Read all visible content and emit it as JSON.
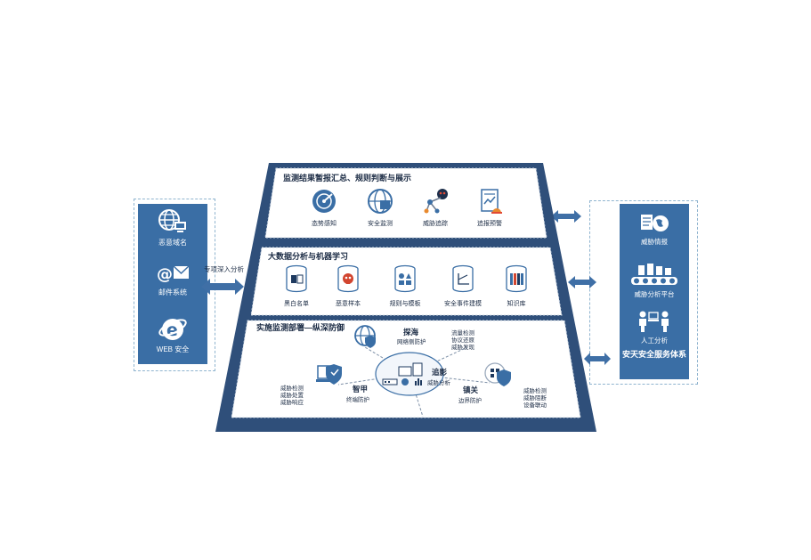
{
  "left_panel": {
    "label": "专项深入分析",
    "items": [
      {
        "label": "恶意域名",
        "icon": "globe-computer-icon"
      },
      {
        "label": "邮件系统",
        "icon": "at-mail-icon"
      },
      {
        "label": "WEB 安全",
        "icon": "ie-browser-icon"
      }
    ]
  },
  "right_panel": {
    "items": [
      {
        "label": "威胁情报",
        "icon": "intel-icon"
      },
      {
        "label": "威胁分析平台",
        "icon": "platform-icon"
      },
      {
        "label": "人工分析",
        "icon": "people-icon"
      }
    ],
    "footer": "安天安全服务体系"
  },
  "top_section": {
    "title": "监测结果暂报汇总、规则判断与展示",
    "items": [
      {
        "label": "态势感知",
        "icon": "radar-icon"
      },
      {
        "label": "安全监测",
        "icon": "monitor-globe-icon"
      },
      {
        "label": "威胁追踪",
        "icon": "tracking-icon"
      },
      {
        "label": "追报预警",
        "icon": "alert-icon"
      }
    ]
  },
  "middle_section": {
    "title": "大数据分析与机器学习",
    "items": [
      {
        "label": "黑白名单",
        "icon": "list-db-icon"
      },
      {
        "label": "恶意样本",
        "icon": "skull-db-icon"
      },
      {
        "label": "规则与模板",
        "icon": "shapes-db-icon"
      },
      {
        "label": "安全事件建模",
        "icon": "model-db-icon"
      },
      {
        "label": "知识库",
        "icon": "books-db-icon"
      }
    ]
  },
  "bottom_section": {
    "title": "实施监测部署—纵深防御",
    "nodes": {
      "tanhai": {
        "name": "探海",
        "sub": "网络侧防护"
      },
      "zhuiying": {
        "name": "追影",
        "sub": "威胁分析"
      },
      "zhijia": {
        "name": "智甲",
        "sub": "终端防护"
      },
      "tieguan": {
        "name": "镇关",
        "sub": "边界防护"
      }
    },
    "notes": {
      "top_right": [
        "流量检测",
        "协议还原",
        "威胁发现"
      ],
      "left": [
        "威胁检测",
        "威胁处置",
        "威胁响应"
      ],
      "right": [
        "威胁检测",
        "威胁阻断",
        "设备联动"
      ]
    }
  },
  "colors": {
    "primary": "#3a6ea5",
    "frame": "#2f4f7a",
    "arrow": "#3f6fa6"
  }
}
